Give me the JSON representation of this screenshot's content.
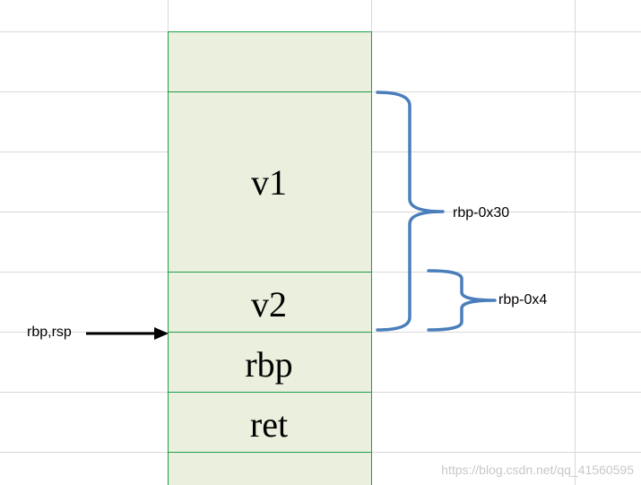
{
  "stack_cells": [
    {
      "label": ""
    },
    {
      "label": "v1"
    },
    {
      "label": "v2"
    },
    {
      "label": "rbp"
    },
    {
      "label": "ret"
    },
    {
      "label": ""
    }
  ],
  "annotations": {
    "outer_brace": "rbp-0x30",
    "inner_brace": "rbp-0x4",
    "pointer": "rbp,rsp"
  },
  "watermark": "https://blog.csdn.net/qq_41560595",
  "colors": {
    "cell_fill": "#ebefdd",
    "cell_border": "#1e9e4a",
    "grid": "#d9d9d9",
    "brace": "#4a7ebb",
    "arrow": "#000000"
  }
}
